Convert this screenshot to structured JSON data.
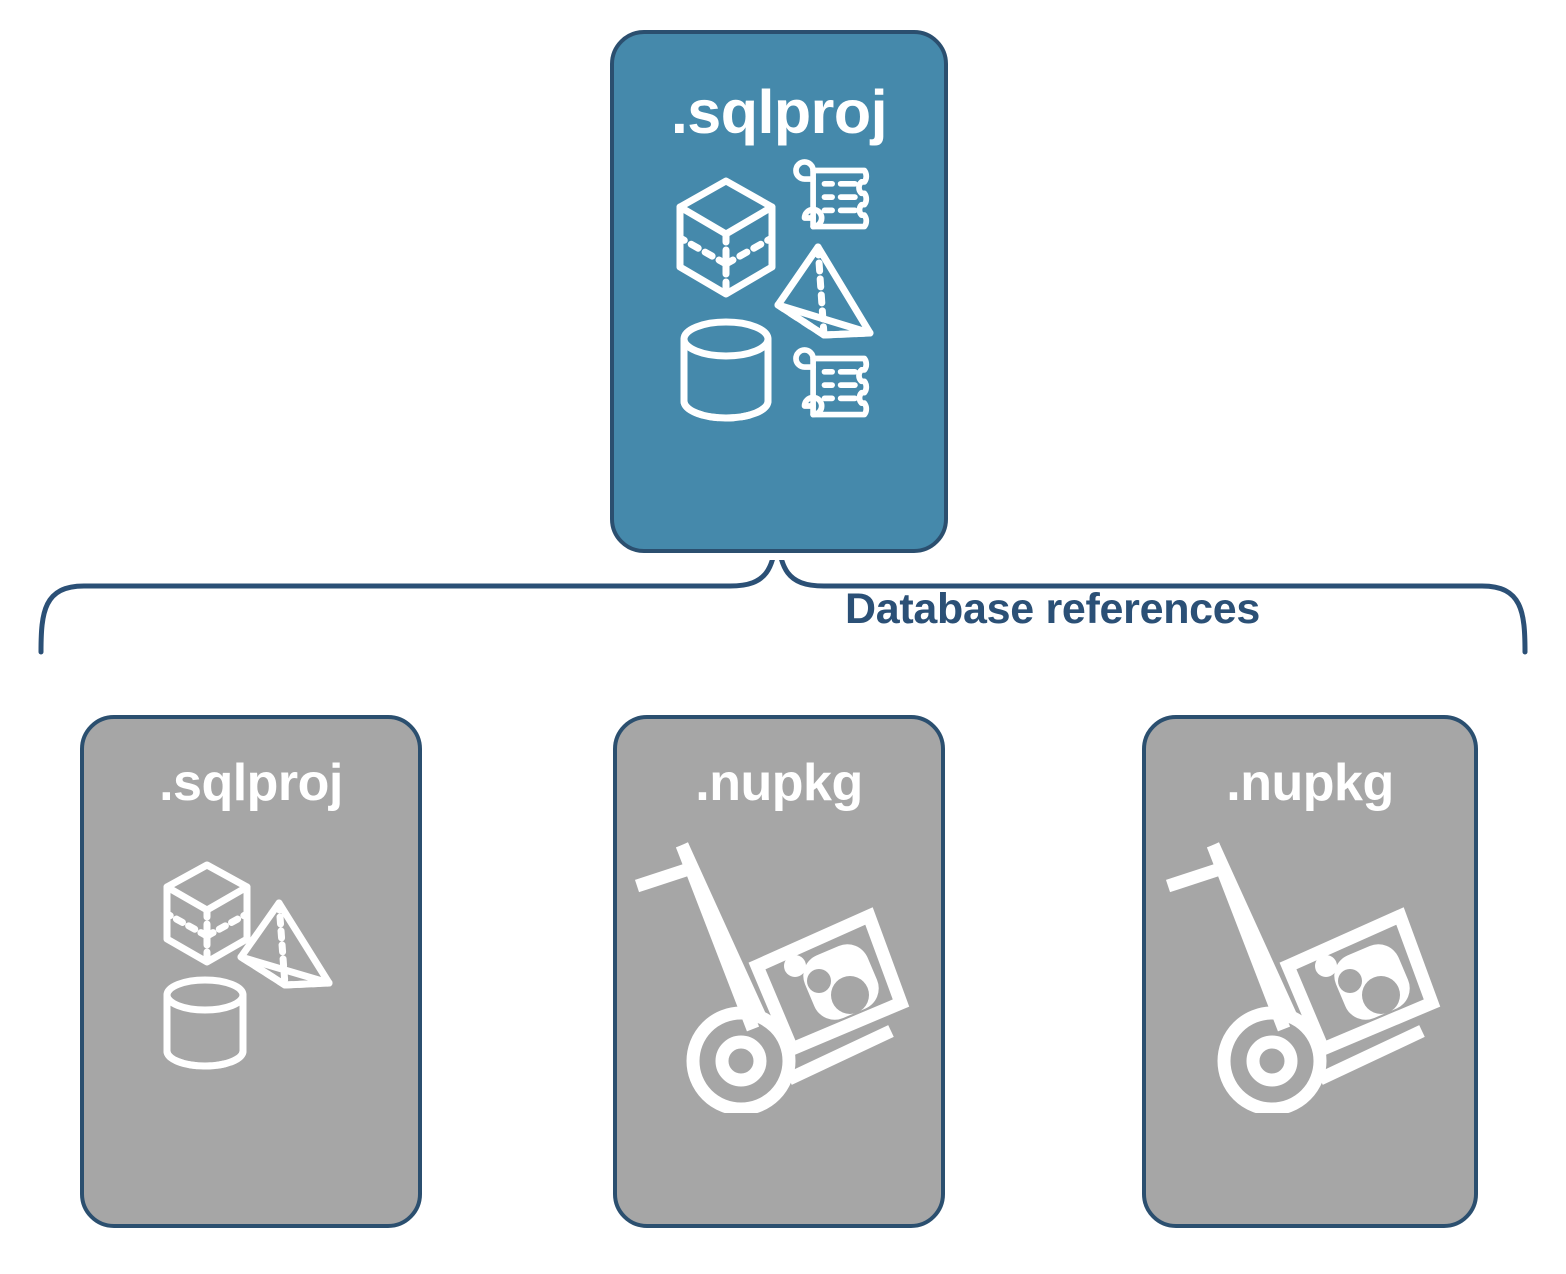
{
  "diagram": {
    "title": "Database references",
    "colors": {
      "primary_fill": "#4589ab",
      "secondary_fill": "#a6a6a6",
      "border": "#2b4f6f",
      "label_text": "#2b5076",
      "node_text": "#ffffff",
      "background": "#ffffff"
    },
    "connector": {
      "label": "Database references",
      "style": "curly-brace",
      "orientation": "down"
    },
    "nodes": [
      {
        "id": "root",
        "label": ".sqlproj",
        "role": "primary",
        "icons": [
          "cube-icon",
          "scroll-icon",
          "pyramid-icon",
          "cylinder-icon",
          "scroll-icon"
        ]
      },
      {
        "id": "ref-1",
        "label": ".sqlproj",
        "role": "secondary",
        "icons": [
          "cube-icon",
          "pyramid-icon",
          "cylinder-icon"
        ]
      },
      {
        "id": "ref-2",
        "label": ".nupkg",
        "role": "secondary",
        "icons": [
          "hand-truck-package-icon"
        ]
      },
      {
        "id": "ref-3",
        "label": ".nupkg",
        "role": "secondary",
        "icons": [
          "hand-truck-package-icon"
        ]
      }
    ]
  }
}
